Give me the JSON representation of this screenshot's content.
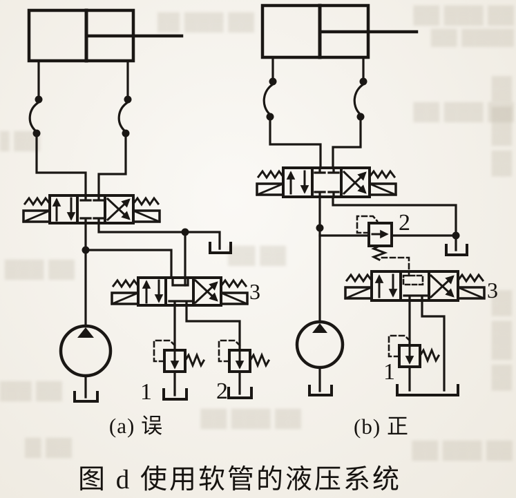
{
  "figure": {
    "caption": "图 d  使用软管的液压系统",
    "panel_a": {
      "label": "(a) 误",
      "relief_label_1": "1",
      "relief_label_2": "2",
      "valve_label": "3"
    },
    "panel_b": {
      "label": "(b) 正",
      "relief_label_1": "1",
      "relief_label_2": "2",
      "valve_label": "3"
    },
    "colors": {
      "ink": "#1a1714",
      "paper": "#f6f3ec"
    },
    "bleed_pattern": "▓▓ ▓▓▓ ▓▓ ▓▓▓▓ ▓▓ ▓▓▓ ▓▓"
  }
}
